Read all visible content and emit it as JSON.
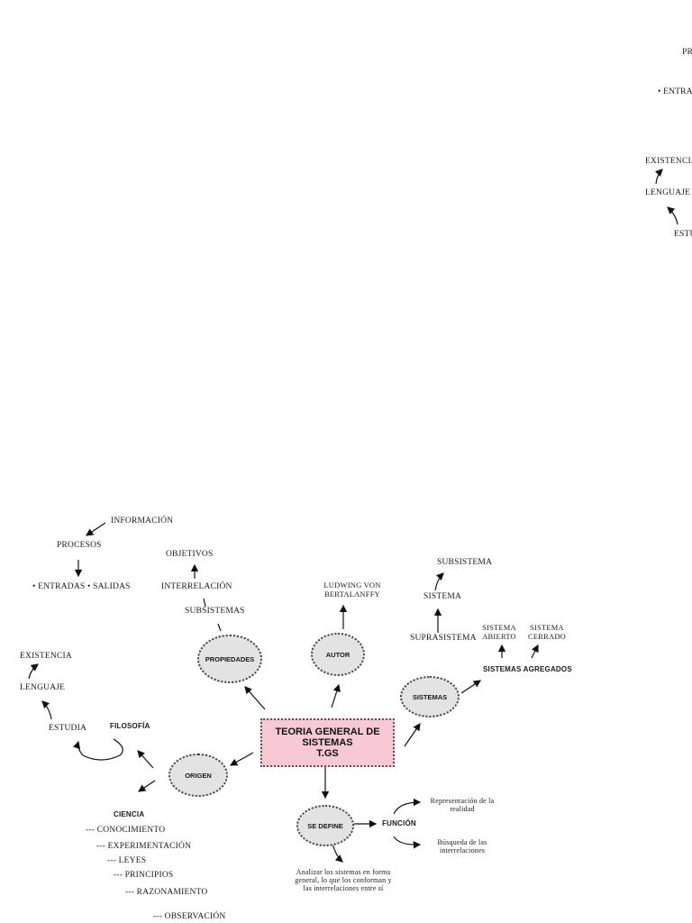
{
  "top_fragment": {
    "pr": "PR",
    "entra": "• ENTRA",
    "existencia": "EXISTENCIA",
    "lenguaje": "LENGUAJE",
    "estu": "ESTU"
  },
  "map": {
    "center": {
      "line1": "TEORIA GENERAL DE",
      "line2": "SISTEMAS",
      "line3": "T.GS"
    },
    "nodes": {
      "propiedades": "PROPIEDADES",
      "autor": "AUTOR",
      "sistemas": "SISTEMAS",
      "origen": "ORIGEN",
      "se_define": "SE DEFINE"
    },
    "propiedades_branch": {
      "informacion": "INFORMACIÓN",
      "procesos": "PROCESOS",
      "entradas": "• ENTRADAS",
      "salidas": "• SALIDAS",
      "objetivos": "OBJETIVOS",
      "interrelacion": "INTERRELACIÓN",
      "subsistemas": "SUBSISTEMAS"
    },
    "autor_branch": {
      "name": "LUDWING VON BERTALANFFY"
    },
    "sistemas_branch": {
      "subsistema": "SUBSISTEMA",
      "sistema": "SISTEMA",
      "suprasistema": "SUPRASISTEMA",
      "agregados": "SISTEMAS AGREGADOS",
      "abierto": "SISTEMA ABIERTO",
      "cerrado": "SISTEMA CERRADO"
    },
    "origen_branch": {
      "filosofia": "FILOSOFÍA",
      "estudia": "ESTUDIA",
      "lenguaje": "LENGUAJE",
      "existencia": "EXISTENCIA",
      "ciencia": "CIENCIA",
      "list": [
        "--- CONOCIMIENTO",
        "--- EXPERIMENTACIÓN",
        "--- LEYES",
        "--- PRINCIPIOS",
        "--- RAZONAMIENTO",
        "--- OBSERVACIÓN"
      ]
    },
    "define_branch": {
      "funcion": "FUNCIÓN",
      "representacion": "Representación de la realidad",
      "busqueda": "Búsqueda de las interrelaciones",
      "analizar": "Analizar los sistemas en forma general, lo que los conforman y las interrelaciones entre sí"
    }
  }
}
